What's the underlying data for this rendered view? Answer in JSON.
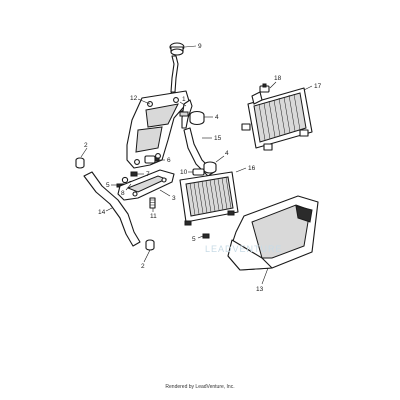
{
  "diagram": {
    "watermark": "LEADVENTURE",
    "footer": "Rendered by LeadVenture, Inc.",
    "callouts": [
      {
        "id": "c9",
        "label": "9"
      },
      {
        "id": "c12",
        "label": "12"
      },
      {
        "id": "c1",
        "label": "1"
      },
      {
        "id": "c4a",
        "label": "4"
      },
      {
        "id": "c15",
        "label": "15"
      },
      {
        "id": "c2a",
        "label": "2"
      },
      {
        "id": "c6",
        "label": "6"
      },
      {
        "id": "c7",
        "label": "7"
      },
      {
        "id": "c5a",
        "label": "5"
      },
      {
        "id": "c8",
        "label": "8"
      },
      {
        "id": "c3",
        "label": "3"
      },
      {
        "id": "c14",
        "label": "14"
      },
      {
        "id": "c11",
        "label": "11"
      },
      {
        "id": "c2b",
        "label": "2"
      },
      {
        "id": "c10",
        "label": "10"
      },
      {
        "id": "c4b",
        "label": "4"
      },
      {
        "id": "c16",
        "label": "16"
      },
      {
        "id": "c5b",
        "label": "5"
      },
      {
        "id": "c18",
        "label": "18"
      },
      {
        "id": "c17",
        "label": "17"
      },
      {
        "id": "c13",
        "label": "13"
      }
    ]
  }
}
